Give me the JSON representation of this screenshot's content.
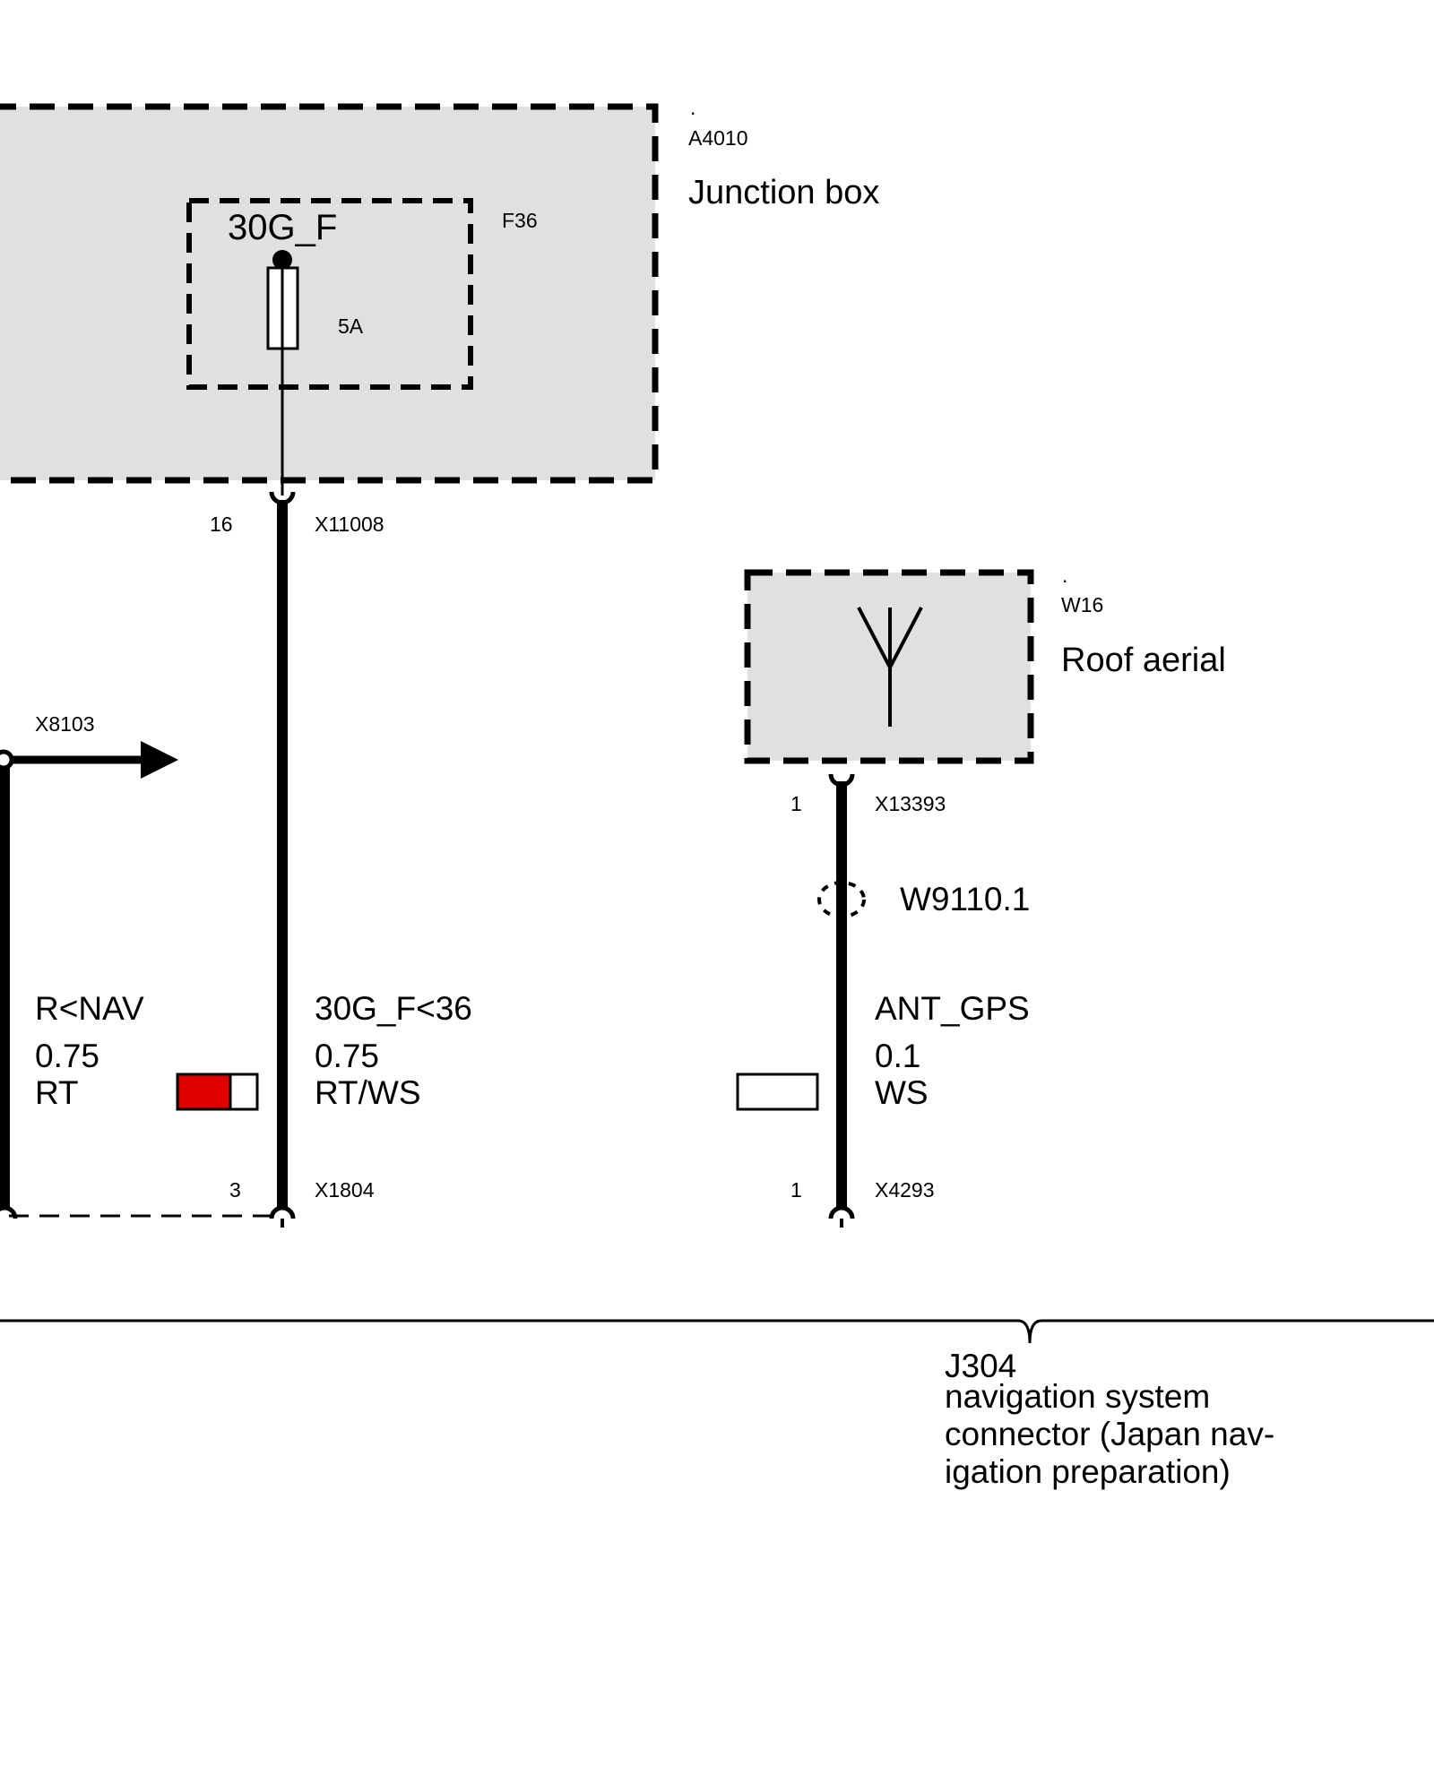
{
  "junction_box": {
    "dot": ".",
    "id": "A4010",
    "name": "Junction box"
  },
  "fuse": {
    "label": "30G_F",
    "id": "F36",
    "rating": "5A"
  },
  "roof_aerial": {
    "dot": ".",
    "id": "W16",
    "name": "Roof aerial"
  },
  "connectors": {
    "x11008": {
      "id": "X11008",
      "pin": "16"
    },
    "x8103": {
      "id": "X8103"
    },
    "x13393": {
      "id": "X13393",
      "pin": "1"
    },
    "x1804": {
      "id": "X1804",
      "pin": "3"
    },
    "x4293": {
      "id": "X4293",
      "pin": "1"
    }
  },
  "shield": {
    "id": "W9110.1"
  },
  "wires": {
    "nav": {
      "signal": "R<NAV",
      "cross_section": "0.75",
      "color": "RT",
      "swatch_colors": [
        "#e00000"
      ]
    },
    "power": {
      "signal": "30G_F<36",
      "cross_section": "0.75",
      "color": "RT/WS",
      "swatch_colors": [
        "#e00000",
        "#ffffff"
      ]
    },
    "gps": {
      "signal": "ANT_GPS",
      "cross_section": "0.1",
      "color": "WS",
      "swatch_colors": [
        "#ffffff"
      ]
    }
  },
  "harness": {
    "id": "J304",
    "lines": [
      "navigation system",
      "connector (Japan nav-",
      "igation preparation)"
    ]
  },
  "colors": {
    "component_fill": "#e0e0e0",
    "wire": "#000000",
    "red": "#e00000"
  }
}
